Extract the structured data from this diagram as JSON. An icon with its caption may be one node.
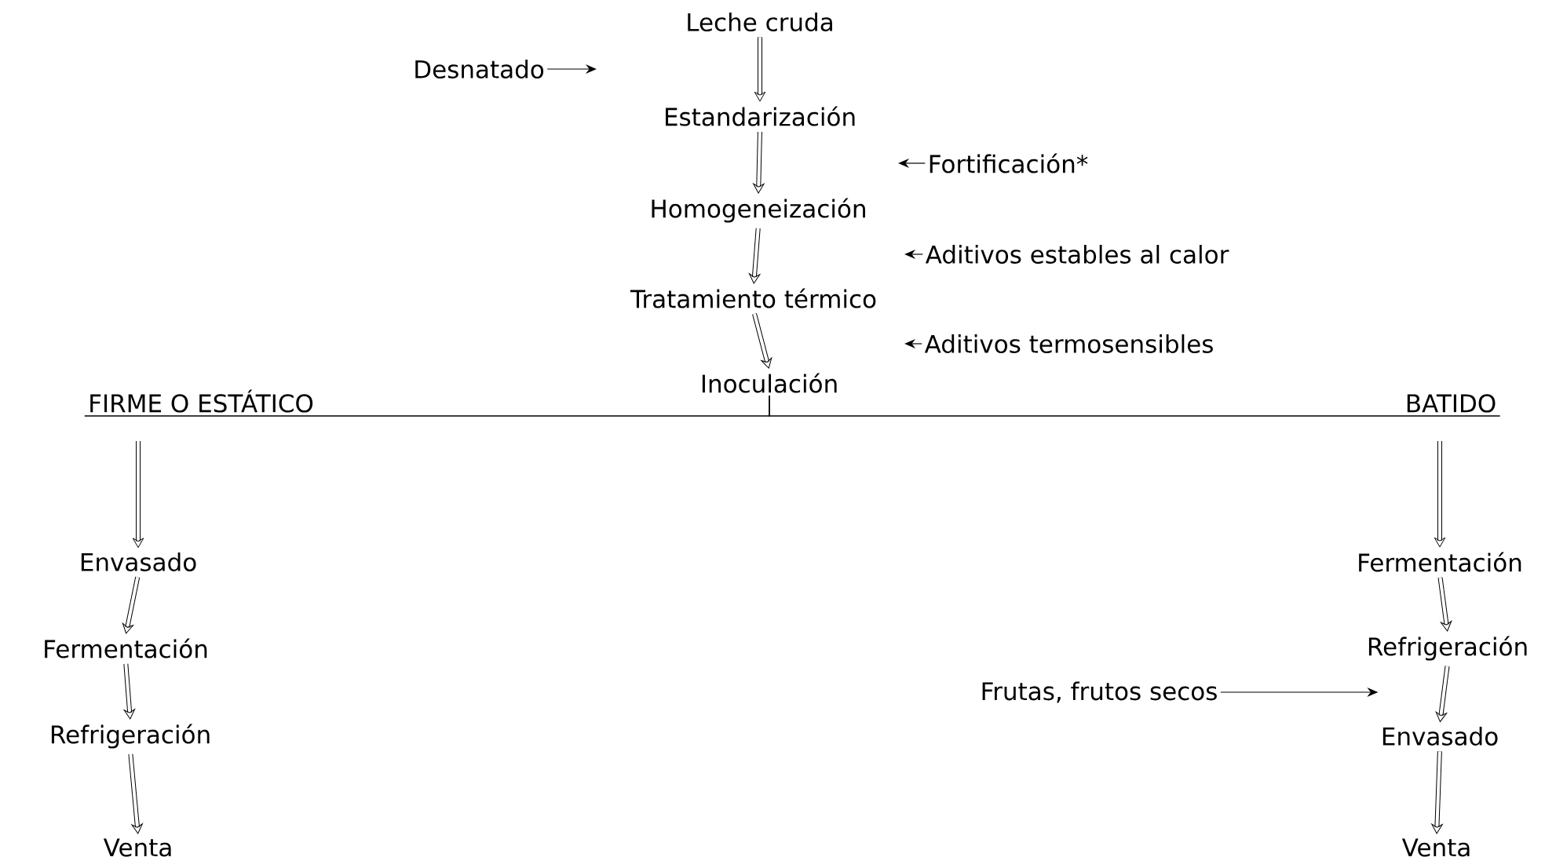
{
  "diagram": {
    "nodes": [
      {
        "text": [
          "Leche cruda"
        ]
      },
      {
        "text": [
          "Desnatado"
        ]
      },
      {
        "text": [
          "Estandarización"
        ]
      },
      {
        "text": [
          "Fortificación*"
        ]
      },
      {
        "text": [
          "Homogeneización"
        ]
      },
      {
        "text": [
          "Aditivos estables al calor"
        ]
      },
      {
        "text": [
          "Tratamiento térmico"
        ]
      },
      {
        "text": [
          "Aditivos termosensibles"
        ]
      },
      {
        "text": [
          "Inoculación"
        ]
      },
      {
        "text": [
          "FIRME O ESTÁTICO"
        ]
      },
      {
        "text": [
          "BATIDO"
        ]
      },
      {
        "text": [
          "Envasado"
        ]
      },
      {
        "text": [
          "Fermentación"
        ]
      },
      {
        "text": [
          "Refrigeración"
        ]
      },
      {
        "text": [
          "Venta"
        ]
      },
      {
        "text": [
          "Fermentación"
        ]
      },
      {
        "text": [
          "Refrigeración"
        ]
      },
      {
        "text": [
          "Envasado"
        ]
      },
      {
        "text": [
          "Venta"
        ]
      },
      {
        "text": [
          "Frutas, frutos secos"
        ]
      }
    ],
    "edges": [
      {
        "from": 0,
        "to": 2,
        "arrow": "to"
      },
      {
        "from": 1,
        "to": null,
        "arrow": "to"
      },
      {
        "from": 2,
        "to": 4,
        "arrow": "to"
      },
      {
        "from": 3,
        "to": null,
        "arrow": "to"
      },
      {
        "from": 4,
        "to": 6,
        "arrow": "to"
      },
      {
        "from": 5,
        "to": null,
        "arrow": "to"
      },
      {
        "from": 6,
        "to": 8,
        "arrow": "to"
      },
      {
        "from": 7,
        "to": null,
        "arrow": "to"
      },
      {
        "from": 8,
        "to": 9,
        "arrow": "none"
      },
      {
        "from": 8,
        "to": 10,
        "arrow": "none"
      },
      {
        "from": 9,
        "to": 11,
        "arrow": "to"
      },
      {
        "from": 11,
        "to": 12,
        "arrow": "to"
      },
      {
        "from": 12,
        "to": 13,
        "arrow": "to"
      },
      {
        "from": 13,
        "to": 14,
        "arrow": "to"
      },
      {
        "from": 10,
        "to": 15,
        "arrow": "to"
      },
      {
        "from": 15,
        "to": 16,
        "arrow": "to"
      },
      {
        "from": 16,
        "to": 17,
        "arrow": "to"
      },
      {
        "from": 17,
        "to": 18,
        "arrow": "to"
      },
      {
        "from": 19,
        "to": 17,
        "arrow": "to"
      }
    ]
  }
}
